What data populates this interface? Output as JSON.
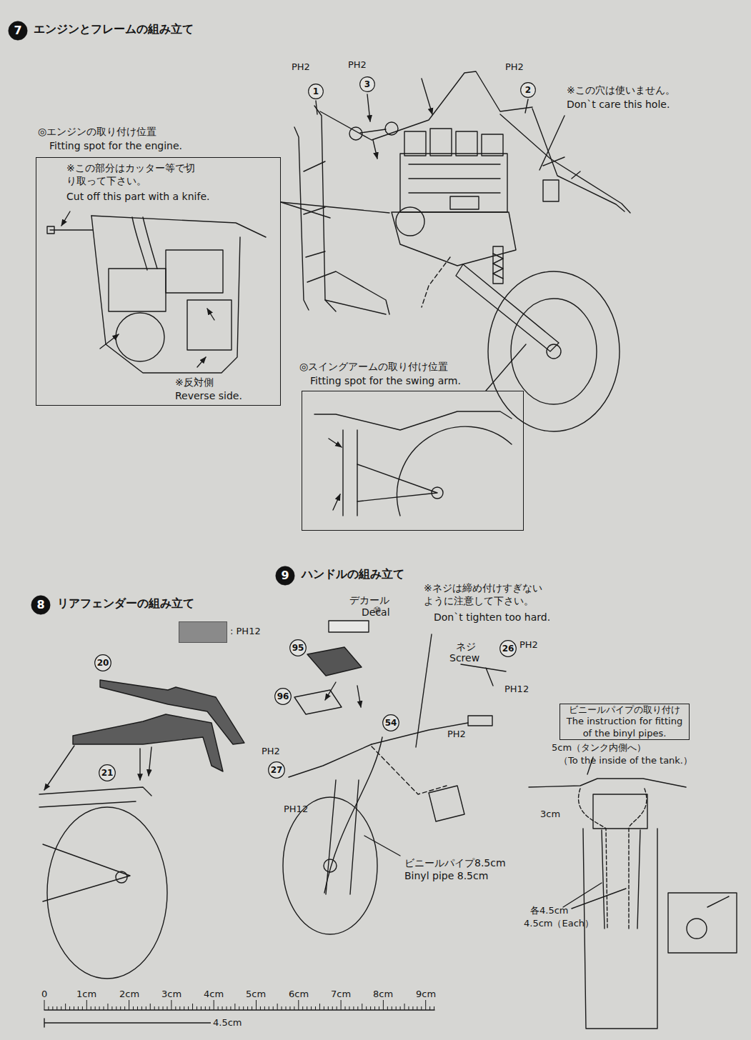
{
  "diagram": {
    "nodes": [
      {
        "text": [
          "7",
          "エンジンとフレームの組み立て"
        ]
      },
      {
        "text": [
          "1"
        ]
      },
      {
        "text": [
          "3"
        ]
      },
      {
        "text": [
          "2"
        ]
      },
      {
        "text": [
          "◎エンジンの取り付け位置",
          "Fitting spot for the engine.",
          "※この部分はカッター等で切り取って下さい。",
          "Cut off this part with a knife.",
          "※反対側",
          "Reverse side."
        ]
      },
      {
        "text": [
          "◎スイングアームの取り付け位置",
          "Fitting spot for the swing arm."
        ]
      },
      {
        "text": [
          "8",
          "リアフェンダーの組み立て"
        ]
      },
      {
        "text": [
          "20"
        ]
      },
      {
        "text": [
          "21"
        ]
      },
      {
        "text": [
          "9",
          "ハンドルの組み立て"
        ]
      },
      {
        "text": [
          "95"
        ]
      },
      {
        "text": [
          "96"
        ]
      },
      {
        "text": [
          "54"
        ]
      },
      {
        "text": [
          "26"
        ]
      },
      {
        "text": [
          "27"
        ]
      },
      {
        "text": [
          "ビニールパイプの取り付け",
          "The instruction for fitting of the binyl pipes."
        ]
      }
    ],
    "labels": [
      "PH2",
      "PH2",
      "PH2",
      "※この穴は使いません。",
      "Don`t care this hole.",
      "デカール",
      "Decal",
      "⑩",
      "※ネジは締め付けすぎないように注意して下さい。",
      "Don`t tighten too hard.",
      "ネジ",
      "Screw",
      "PH2",
      "PH12",
      "PH2",
      "PH2",
      "PH12",
      "ビニールパイプ8.5cm",
      "Binyl pipe 8.5cm",
      "5cm（タンク内側へ）",
      "（To the inside of the tank.）",
      "3cm",
      "各4.5cm",
      "4.5cm（Each）",
      "0",
      "1cm",
      "2cm",
      "3cm",
      "4cm",
      "5cm",
      "6cm",
      "7cm",
      "8cm",
      "9cm",
      "4.5cm"
    ],
    "legend": [
      {
        "text": ": PH12",
        "color": "#8a8a8a"
      }
    ]
  }
}
